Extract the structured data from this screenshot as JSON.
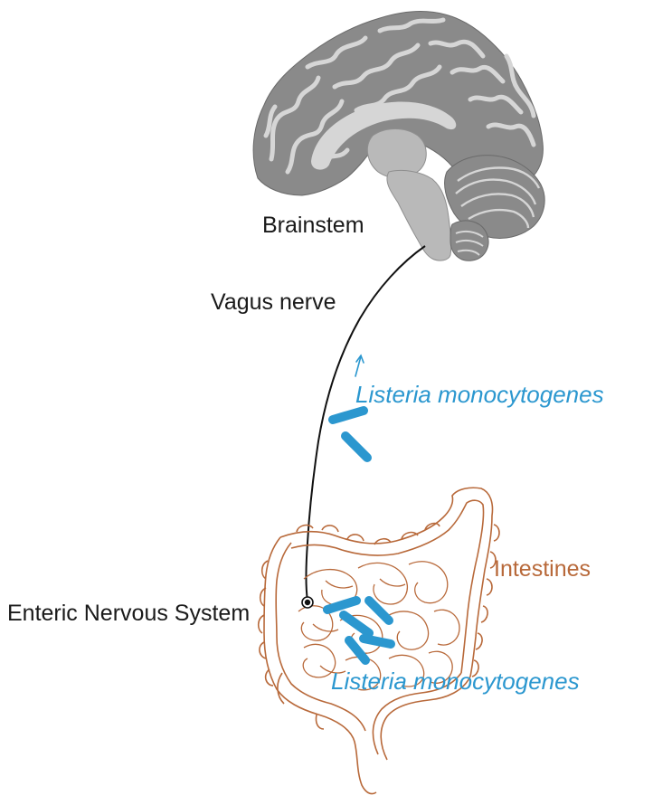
{
  "labels": {
    "brainstem": "Brainstem",
    "vagus_nerve": "Vagus nerve",
    "bacterium_upper": "Listeria monocytogenes",
    "intestines": "Intestines",
    "enteric_nervous_system": "Enteric Nervous System",
    "bacterium_lower": "Listeria monocytogenes"
  },
  "colors": {
    "bacteria": "#2b97cf",
    "intestine_outline": "#b8693a",
    "text_dark": "#1a1a1a",
    "nerve": "#111111",
    "brain_cortex": "#8a8a8a",
    "brain_white_matter": "#d6d6d6",
    "brainstem_fill": "#b9b9b9"
  }
}
